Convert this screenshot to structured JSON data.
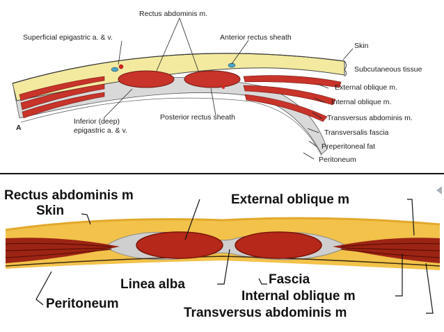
{
  "top_panel": {
    "panel_letter": "A",
    "labels": {
      "rectus_abdominis": "Rectus abdominis m.",
      "superficial_epigastric": "Superficial epigastric a. & v.",
      "anterior_rectus_sheath": "Anterior rectus sheath",
      "skin": "Skin",
      "subcutaneous_tissue": "Subcutaneous tissue",
      "external_oblique": "External oblique m.",
      "internal_oblique": "Internal oblique m.",
      "transversus_abdominis": "Transversus abdominis m.",
      "transversalis_fascia": "Transversalis fascia",
      "preperitoneal_fat": "Preperitoneal fat",
      "peritoneum": "Peritoneum",
      "posterior_rectus_sheath": "Posterior rectus sheath",
      "inferior_epigastric_line1": "Inferior (deep)",
      "inferior_epigastric_line2": "epigastric a. & v."
    }
  },
  "bottom_panel": {
    "labels": {
      "rectus_abdominis": "Rectus abdominis m",
      "skin": "Skin",
      "external_oblique": "External oblique m",
      "linea_alba": "Linea alba",
      "fascia": "Fascia",
      "peritoneum": "Peritoneum",
      "internal_oblique": "Internal oblique m",
      "transversus_abdominis": "Transversus abdominis m"
    }
  },
  "colors": {
    "subcutaneous_fat": "#f3eaa0",
    "muscle": "#c8332a",
    "muscle_dark": "#8e1f16",
    "fascia": "#d6d6d6",
    "bottom_fat": "#f2c24a",
    "bottom_muscle": "#9c2414"
  }
}
